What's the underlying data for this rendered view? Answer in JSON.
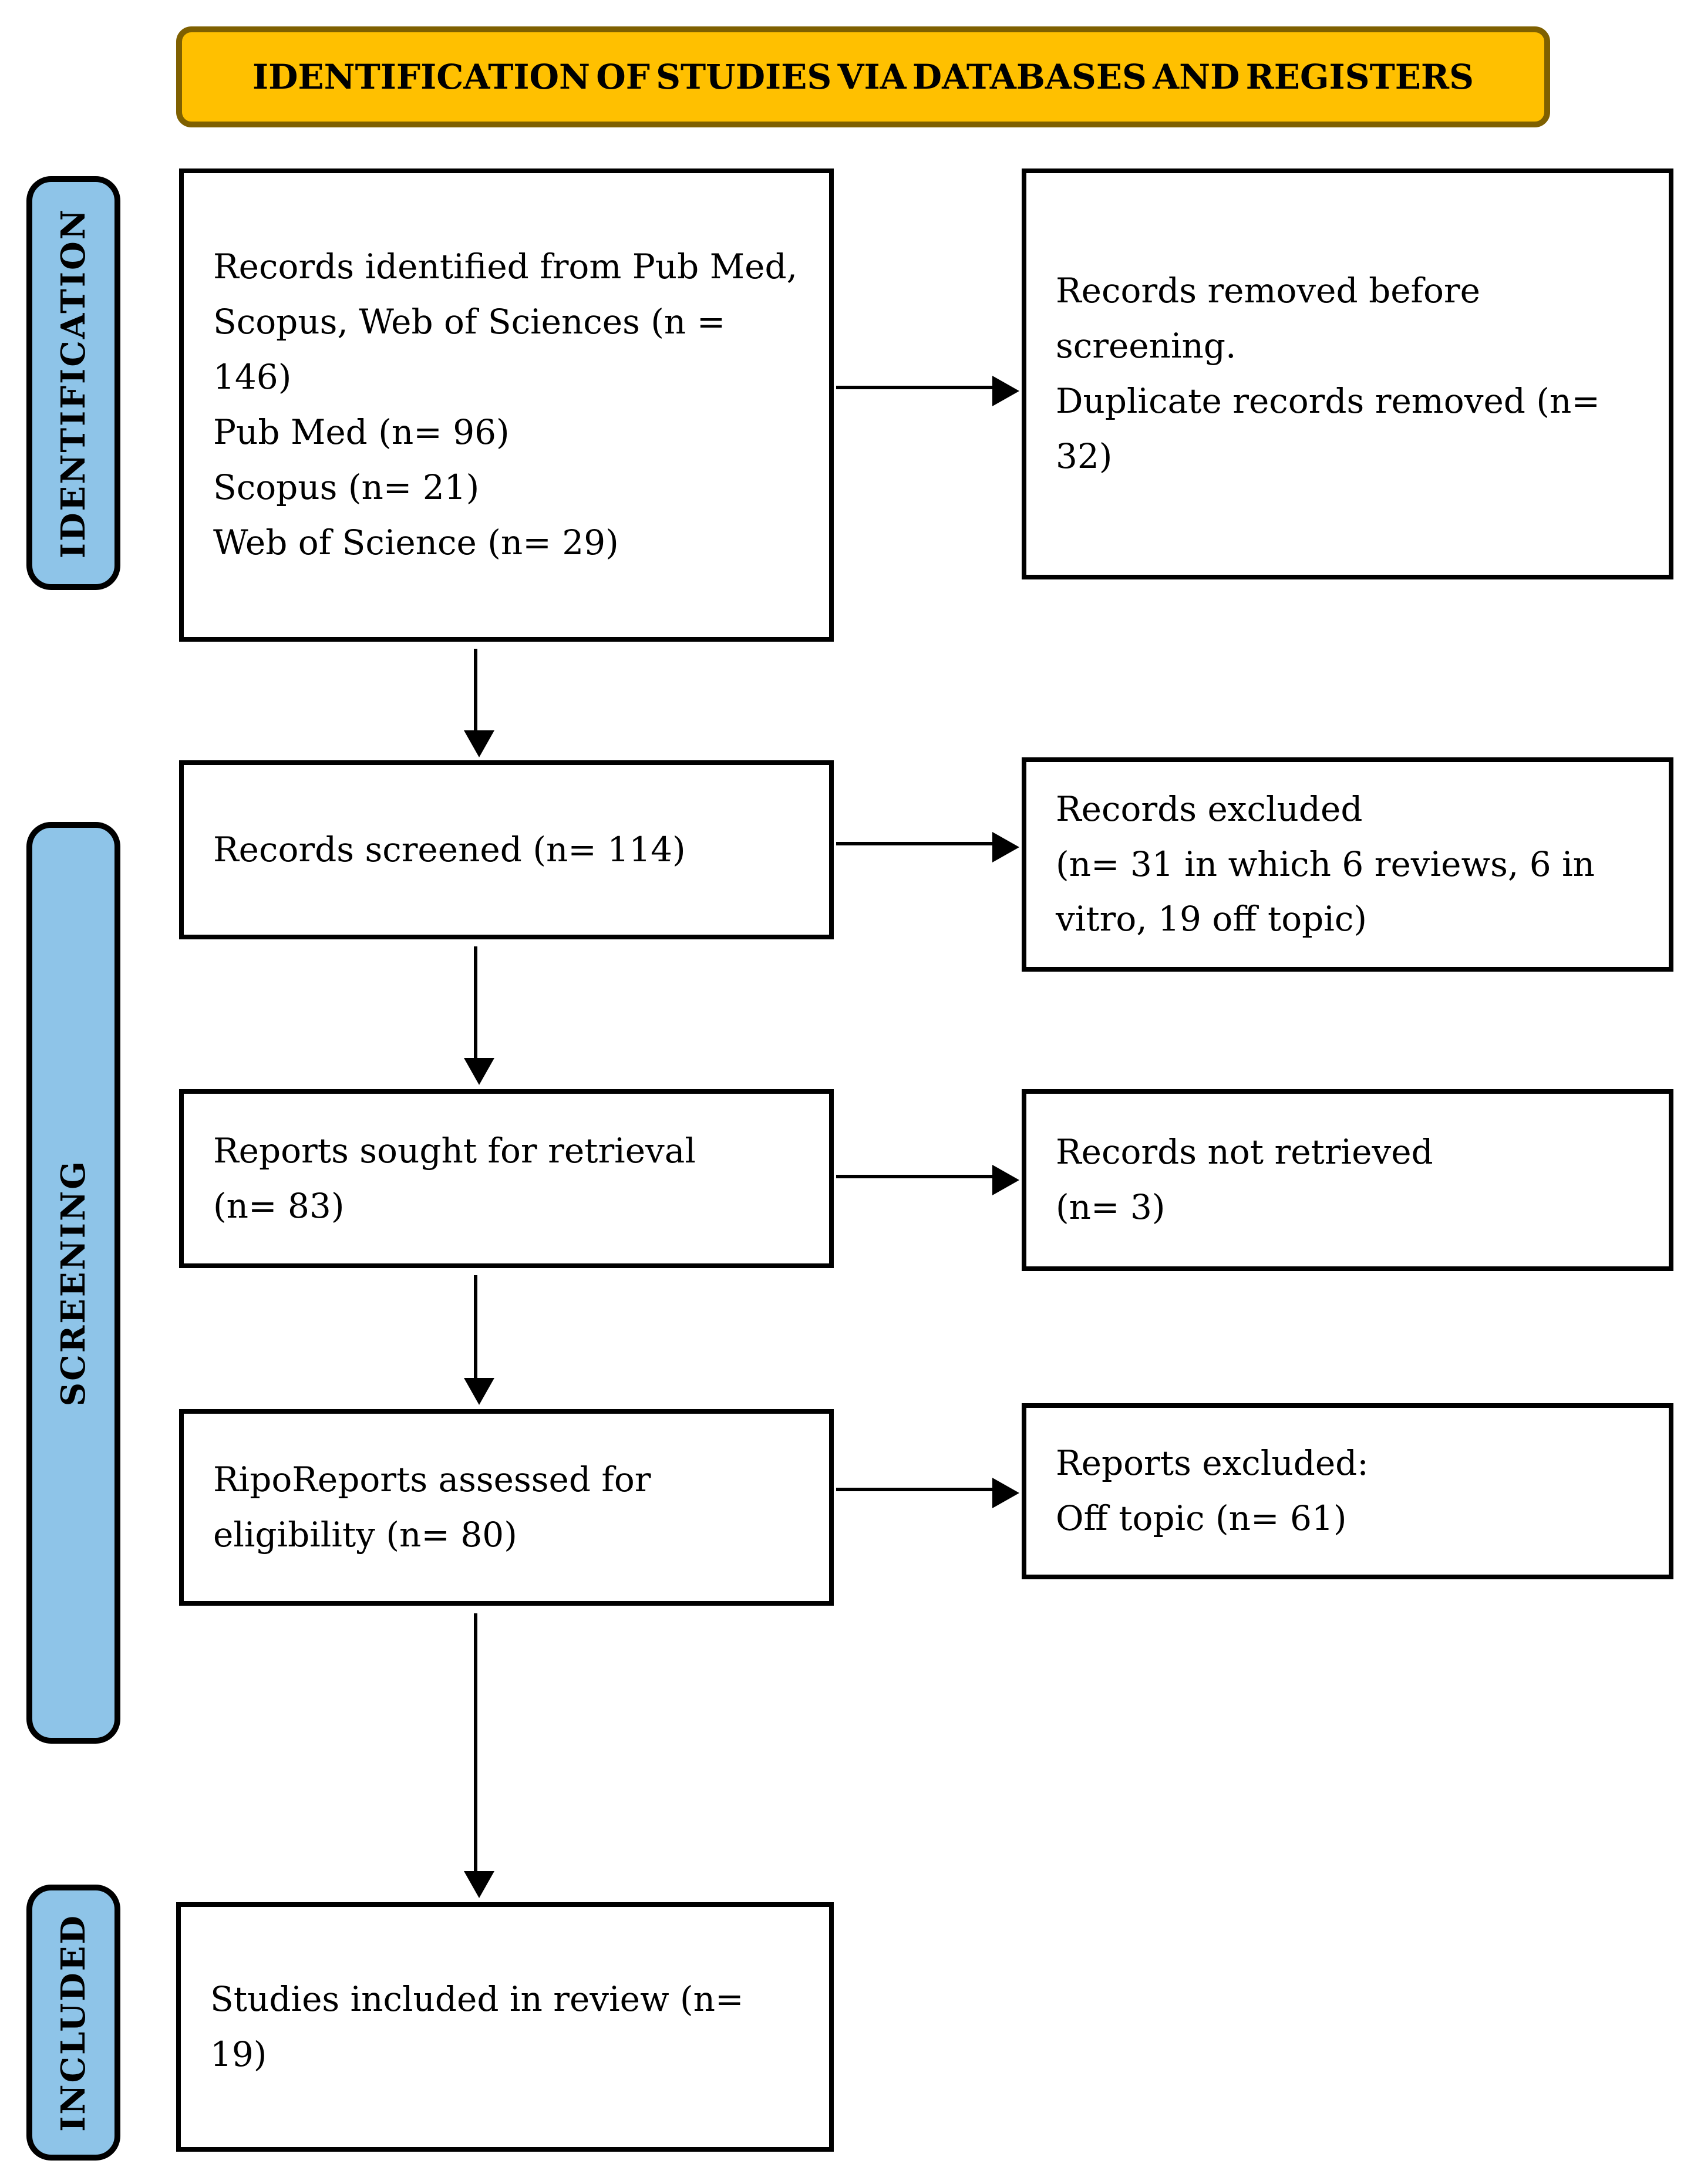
{
  "diagram": {
    "banner_title": "IDENTIFICATION OF STUDIES VIA DATABASES AND REGISTERS",
    "stages": {
      "identification": "IDENTIFICATION",
      "screening": "SCREENING",
      "included": "INCLUDED"
    },
    "boxes": {
      "records_identified": "Records identified from Pub Med, Scopus, Web of Sciences (n = 146)\nPub Med (n= 96)\nScopus (n= 21)\nWeb of Science (n= 29)",
      "records_removed": "Records removed before screening.\nDuplicate records removed (n= 32)",
      "records_screened": "Records screened (n= 114)",
      "records_excluded": "Records excluded\n(n= 31 in which 6 reviews, 6 in vitro, 19 off topic)",
      "reports_sought": "Reports sought for retrieval\n(n= 83)",
      "records_not_retrieved": "Records not retrieved\n(n= 3)",
      "reports_assessed": "RipoReports assessed for\neligibility (n= 80)",
      "reports_excluded": "Reports excluded:\nOff topic (n= 61)",
      "studies_included": "Studies included in review (n=\n19)"
    },
    "colors": {
      "banner_fill": "#FFC000",
      "banner_border": "#7F6000",
      "stage_fill": "#8EC4E8",
      "stage_border": "#000000",
      "box_fill": "#FFFFFF",
      "box_border": "#000000",
      "arrow_color": "#000000",
      "text_color": "#000000"
    }
  }
}
